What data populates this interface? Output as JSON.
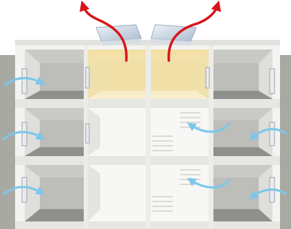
{
  "diagram": {
    "type": "building-ventilation-cross-section",
    "floors": 3,
    "columns": 4,
    "colors": {
      "background_ground": "#a9a9a3",
      "wall": "#f3f3f1",
      "wall_shade": "#d8d8d5",
      "room_back": "#c9c9c6",
      "room_floor": "#8f8f8c",
      "stairwell_glow": "#f5e6b4",
      "skylight_glass": "#c6d3e0",
      "exhaust_arrow": "#d9141c",
      "intake_arrow": "#7cc6ec",
      "window_frame": "#e9ecef"
    },
    "icons": {
      "exhaust": "red-exhaust-arrow-icon",
      "intake": "blue-airflow-arrow-icon",
      "roof_vent": "roof-skylight-vent-icon",
      "window": "window-icon"
    },
    "airflow": {
      "intake_arrows": 7,
      "exhaust_arrows": 2
    }
  }
}
